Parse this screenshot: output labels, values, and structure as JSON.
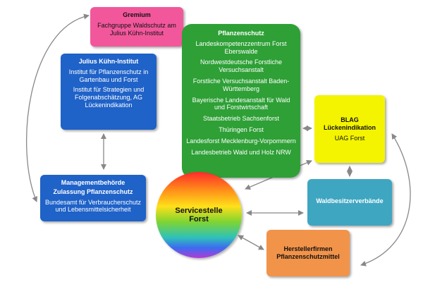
{
  "gremium": {
    "title": "Gremium",
    "lines": [
      "Fachgruppe Waldschutz am Julius Kühn-Institut"
    ]
  },
  "jki": {
    "title": "Julius Kühn-Institut",
    "lines": [
      "Institut für Pflanzenschutz in Gartenbau und Forst",
      "Institut für Strategien und Folgenabschätzung, AG Lückenindikation"
    ]
  },
  "management": {
    "title": "Managementbehörde",
    "subtitle": "Zulassung Pflanzenschutz",
    "lines": [
      "Bundesamt für Verbraucherschutz und Lebensmittelsicherheit"
    ]
  },
  "pflanzenschutz": {
    "title": "Pflanzenschutz",
    "lines": [
      "Landeskompetenzzentrum Forst Eberswalde",
      "Nordwestdeutsche Forstliche Versuchsanstalt",
      "Forstliche Versuchsanstalt Baden-Württemberg",
      "Bayerische Landesanstalt für Wald und Forstwirtschaft",
      "Staatsbetrieb Sachsenforst",
      "Thüringen Forst",
      "Landesforst Mecklenburg-Vorpommern",
      "Landesbetrieb Wald und Holz NRW"
    ]
  },
  "blag": {
    "title": "BLAG Lückenindikation",
    "lines": [
      "UAG Forst"
    ]
  },
  "servicestelle": {
    "title": "Servicestelle Forst"
  },
  "waldbesitzer": {
    "title": "Waldbesitzerverbände"
  },
  "hersteller": {
    "title": "Herstellerfirmen Pflanzenschutzmittel"
  },
  "colors": {
    "gremium": "#f2579b",
    "jki": "#1f62c8",
    "management": "#1f62c8",
    "pflanzenschutz": "#2ea036",
    "blag": "#f4f400",
    "waldbesitzer": "#3fa6c2",
    "hersteller": "#f2934a",
    "connector": "#888888"
  }
}
